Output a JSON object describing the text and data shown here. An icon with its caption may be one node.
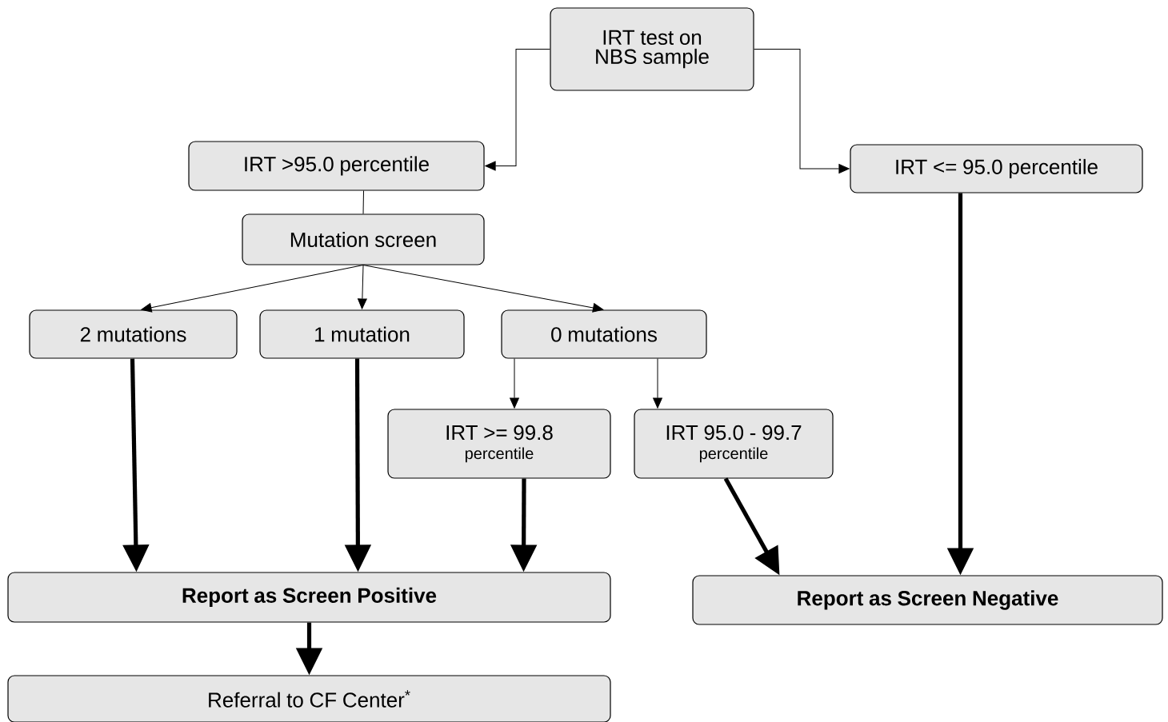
{
  "diagram": {
    "nodes": [
      {
        "text": [
          "IRT test on NBS sample"
        ]
      },
      {
        "text": [
          "IRT >95.0 percentile"
        ]
      },
      {
        "text": [
          "IRT <= 95.0 percentile"
        ]
      },
      {
        "text": [
          "Mutation screen"
        ]
      },
      {
        "text": [
          "2 mutations"
        ]
      },
      {
        "text": [
          "1 mutation"
        ]
      },
      {
        "text": [
          "0 mutations"
        ]
      },
      {
        "text": [
          "IRT >= 99.8",
          "percentile"
        ]
      },
      {
        "text": [
          "IRT 95.0 - 99.7",
          "percentile"
        ]
      },
      {
        "text": [
          "Report as Screen Positive"
        ]
      },
      {
        "text": [
          "Report as Screen Negative"
        ]
      },
      {
        "text": [
          "Referral to CF Center$^{*}$"
        ]
      }
    ],
    "edges": [
      {
        "from": 0,
        "to": 1,
        "arrow": "to"
      },
      {
        "from": 0,
        "to": 2,
        "arrow": "to"
      },
      {
        "from": 1,
        "to": 3,
        "arrow": "none"
      },
      {
        "from": 3,
        "to": 4,
        "arrow": "to"
      },
      {
        "from": 3,
        "to": 5,
        "arrow": "to"
      },
      {
        "from": 3,
        "to": 6,
        "arrow": "to"
      },
      {
        "from": 6,
        "to": 7,
        "arrow": "to"
      },
      {
        "from": 6,
        "to": 8,
        "arrow": "to"
      },
      {
        "from": 4,
        "to": 9,
        "arrow": "to",
        "style": "thick"
      },
      {
        "from": 5,
        "to": 9,
        "arrow": "to",
        "style": "thick"
      },
      {
        "from": 7,
        "to": 9,
        "arrow": "to",
        "style": "thick"
      },
      {
        "from": 8,
        "to": 10,
        "arrow": "to",
        "style": "thick"
      },
      {
        "from": 2,
        "to": 10,
        "arrow": "to",
        "style": "thick"
      },
      {
        "from": 9,
        "to": 11,
        "arrow": "to",
        "style": "thick"
      }
    ]
  }
}
